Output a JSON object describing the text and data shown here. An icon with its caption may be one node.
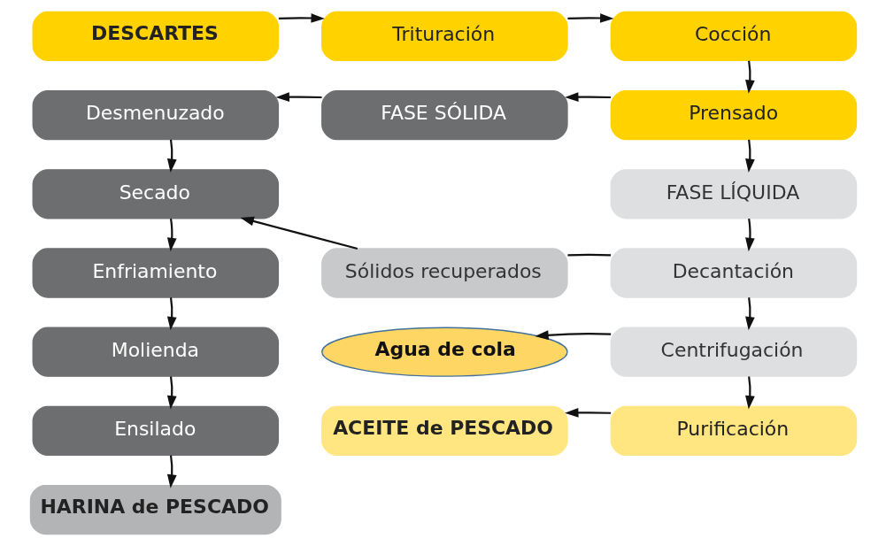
{
  "diagram": {
    "nodes": [
      {
        "text": [
          "DESCARTES"
        ]
      },
      {
        "text": [
          "Trituración"
        ]
      },
      {
        "text": [
          "Cocción"
        ]
      },
      {
        "text": [
          "Desmenuzado"
        ]
      },
      {
        "text": [
          "FASE SÓLIDA"
        ]
      },
      {
        "text": [
          "Prensado"
        ]
      },
      {
        "text": [
          "Secado"
        ]
      },
      {
        "text": [
          "Sólidos recuperados"
        ]
      },
      {
        "text": [
          "FASE LÍQUIDA"
        ]
      },
      {
        "text": [
          "Enfriamiento"
        ]
      },
      {
        "text": [
          "Decantación"
        ]
      },
      {
        "text": [
          "Molienda"
        ]
      },
      {
        "text": [
          "Agua de cola"
        ]
      },
      {
        "text": [
          "Centrifugación"
        ]
      },
      {
        "text": [
          "Ensilado"
        ]
      },
      {
        "text": [
          "ACEITE de PESCADO"
        ]
      },
      {
        "text": [
          "Purificación"
        ]
      },
      {
        "text": [
          "HARINA de PESCADO"
        ]
      }
    ],
    "edges": [
      {
        "from": 0,
        "to": 1,
        "arrow": "to"
      },
      {
        "from": 1,
        "to": 2,
        "arrow": "to"
      },
      {
        "from": 2,
        "to": 5,
        "arrow": "to"
      },
      {
        "from": 5,
        "to": 4,
        "arrow": "to"
      },
      {
        "from": 4,
        "to": 3,
        "arrow": "to"
      },
      {
        "from": 3,
        "to": 6,
        "arrow": "to"
      },
      {
        "from": 5,
        "to": 8,
        "arrow": "to"
      },
      {
        "from": 8,
        "to": 10,
        "arrow": "to"
      },
      {
        "from": 10,
        "to": 7,
        "arrow": "none"
      },
      {
        "from": 7,
        "to": 6,
        "arrow": "to"
      },
      {
        "from": 6,
        "to": 9,
        "arrow": "to"
      },
      {
        "from": 9,
        "to": 11,
        "arrow": "to"
      },
      {
        "from": 11,
        "to": 14,
        "arrow": "to"
      },
      {
        "from": 14,
        "to": 17,
        "arrow": "to"
      },
      {
        "from": 10,
        "to": 13,
        "arrow": "to"
      },
      {
        "from": 13,
        "to": 12,
        "arrow": "to"
      },
      {
        "from": 13,
        "to": 16,
        "arrow": "to"
      },
      {
        "from": 16,
        "to": 15,
        "arrow": "to"
      }
    ]
  }
}
